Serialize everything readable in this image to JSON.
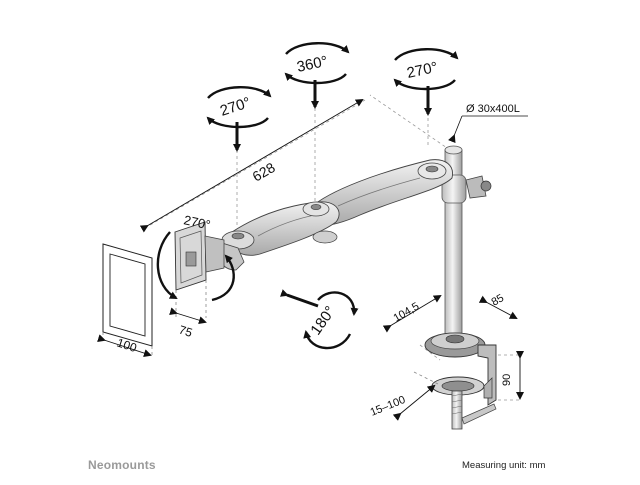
{
  "brand": "Neomounts",
  "measuring_unit": "Measuring unit: mm",
  "rotations": {
    "top_left": "270°",
    "top_middle": "360°",
    "top_right": "270°",
    "vesa_tilt": "270°",
    "swivel": "180°"
  },
  "dimensions": {
    "arm_length": "628",
    "pole": "Ø 30x400L",
    "vesa_width": "100",
    "vesa_depth": "75",
    "clamp_reach": "104,5",
    "clamp_width": "85",
    "clamp_height": "90",
    "desk_thickness": "15–100"
  }
}
